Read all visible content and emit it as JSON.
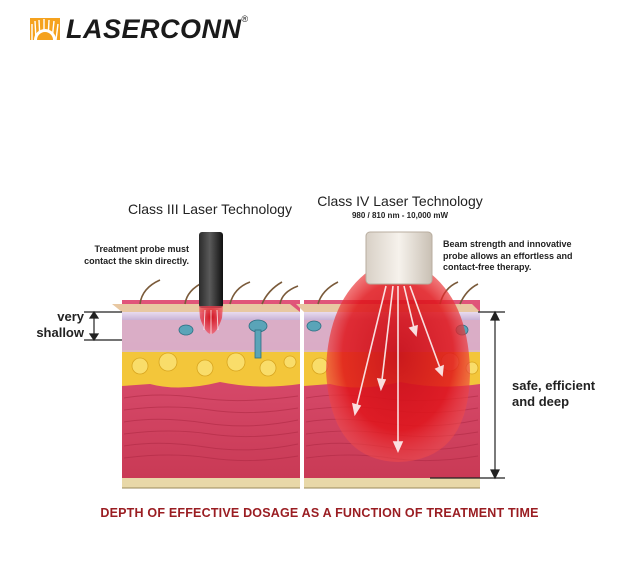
{
  "brand": {
    "name": "LASERCONN",
    "reg": "®",
    "accent": "#f5a21e"
  },
  "class3": {
    "title": "Class III Laser Technology",
    "note_line1": "Treatment probe must",
    "note_line2": "contact the skin directly.",
    "depth_line1": "very",
    "depth_line2": "shallow"
  },
  "class4": {
    "title": "Class IV Laser Technology",
    "spec": "980 / 810 nm  -  10,000 mW",
    "note_line1": "Beam strength and innovative",
    "note_line2": "probe allows an effortless and",
    "note_line3": "contact-free therapy.",
    "depth_line1": "safe, efficient",
    "depth_line2": "and deep"
  },
  "caption": "DEPTH OF EFFECTIVE DOSAGE AS A FUNCTION OF TREATMENT TIME",
  "colors": {
    "caption": "#9a1d22",
    "laser": "#e0151b",
    "muscle": "#d9455e",
    "fat": "#f3c63a"
  }
}
